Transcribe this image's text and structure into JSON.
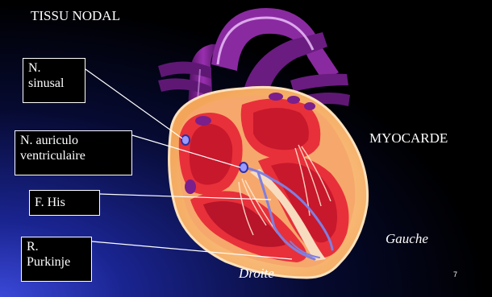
{
  "title": "TISSU NODAL",
  "region_label": "MYOCARDE",
  "labels": {
    "sinusal": [
      "N.",
      "sinusal"
    ],
    "av_node": [
      "N. auriculo",
      "ventriculaire"
    ],
    "his": [
      "F. His"
    ],
    "purkinje": [
      "R.",
      "Purkinje"
    ]
  },
  "side_left": "Droite",
  "side_right": "Gauche",
  "page_number": "7",
  "colors": {
    "background": "#000000",
    "vessels": "#7a1f8c",
    "myocardium": "#f7c07a",
    "chamber_wall": "#e8303a",
    "conduction": "#7f7fe0",
    "text": "#ffffff"
  }
}
